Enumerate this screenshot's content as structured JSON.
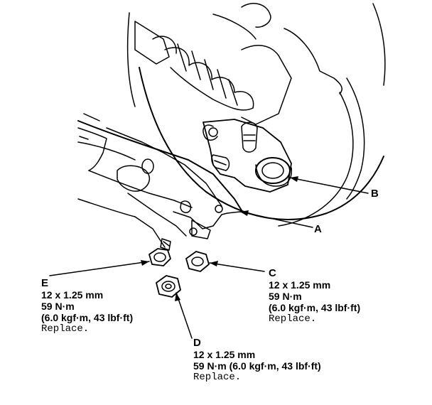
{
  "callouts": {
    "A": {
      "letter": "A"
    },
    "B": {
      "letter": "B"
    },
    "C": {
      "letter": "C",
      "size": "12 x 1.25 mm",
      "torque": "59 N·m",
      "torque_alt": "(6.0 kgf·m, 43 lbf·ft)",
      "note": "Replace."
    },
    "D": {
      "letter": "D",
      "size": "12 x 1.25 mm",
      "torque": "59 N·m (6.0 kgf·m, 43 lbf·ft)",
      "note": "Replace."
    },
    "E": {
      "letter": "E",
      "size": "12 x 1.25 mm",
      "torque": "59 N·m",
      "torque_alt": "(6.0 kgf·m, 43 lbf·ft)",
      "note": "Replace."
    }
  },
  "colors": {
    "ink": "#000000",
    "paper": "#ffffff"
  }
}
